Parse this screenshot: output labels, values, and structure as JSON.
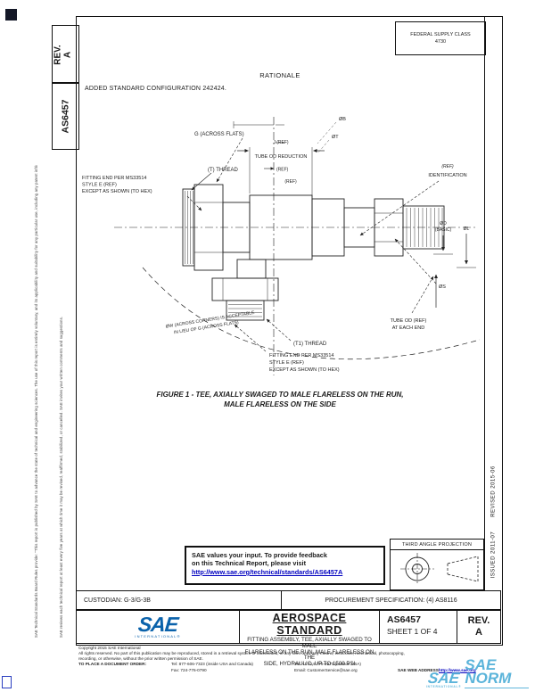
{
  "colors": {
    "sae_blue": "#0a62ab",
    "link_blue": "#0000bf",
    "watermark_blue": "#45aad5"
  },
  "side_tabs": {
    "rev_label": "REV.",
    "rev_value": "A",
    "doc_number": "AS6457"
  },
  "fsc_box": {
    "line1": "FEDERAL SUPPLY CLASS",
    "line2": "4730"
  },
  "rationale": {
    "heading": "RATIONALE",
    "text": "ADDED STANDARD CONFIGURATION 242424."
  },
  "margins": {
    "left_note_1": "SAE Technical Standards Board Rules provide: \"This report is published by SAE to advance the state of technical and engineering sciences. The use of this report is entirely voluntary, and its applicability and suitability for any particular use, including any patent infringement arising therefrom, is the sole responsibility of the user.\"",
    "left_note_2": "SAE reviews each technical report at least every five years at which time it may be revised, reaffirmed, stabilized, or cancelled. SAE invites your written comments and suggestions.",
    "issued": "ISSUED 2011-07",
    "revised": "REVISED 2015-06"
  },
  "figure": {
    "caption_line1": "FIGURE 1 - TEE, AXIALLY SWAGED TO MALE FLARELESS ON THE RUN,",
    "caption_line2": "MALE FLARELESS ON THE SIDE",
    "callouts": {
      "g_flats": "G (ACROSS FLATS)",
      "t_thread": "(T) THREAD",
      "t1_thread": "(T1) THREAD",
      "end_note_l1": "FITTING END PER MS33514",
      "end_note_l2": "STYLE E (REF)",
      "end_note_l3": "EXCEPT AS SHOWN (TO HEX)",
      "j_ref": "J (REF)",
      "tube_od_reduction": "TUBE OD REDUCTION",
      "ref": "(REF)",
      "dia_b": "ØB",
      "dia_t": "ØT",
      "ident_ref": "(REF)",
      "identification": "IDENTIFICATION",
      "dia_d_l1": "ØD",
      "dia_d_l2": "(BASIC)",
      "dia_l": "ØL",
      "dia_s": "ØS",
      "tube_note_l1": "TUBE OD (REF)",
      "tube_note_l2": "AT EACH END",
      "arc_note_l1": "ØW (ACROSS CORNERS) IS ACCEPTABLE",
      "arc_note_l2": "IN LIEU OF G (ACROSS FLATS)"
    }
  },
  "feedback": {
    "line1": "SAE values your input. To provide feedback",
    "line2": "on this Technical Report, please visit",
    "link": "http://www.sae.org/technical/standards/AS6457A"
  },
  "projection": {
    "title": "THIRD ANGLE PROJECTION"
  },
  "info_row": {
    "custodian": "CUSTODIAN: G-3/G-3B",
    "procurement": "PROCUREMENT SPECIFICATION: (4) AS8116"
  },
  "title_block": {
    "logo": "SAE",
    "logo_sub": "INTERNATIONAL®",
    "kind": "AEROSPACE STANDARD",
    "title_line1": "FITTING ASSEMBLY, TEE, AXIALLY SWAGED TO MALE",
    "title_line2": "FLARELESS ON THE RUN, MALE FLARELESS ON THE",
    "title_line3": "SIDE, HYDRAULIC, UP TO 1500 PSI",
    "number": "AS6457",
    "sheet": "SHEET 1 OF 4",
    "rev_label": "REV.",
    "rev_value": "A"
  },
  "legal": {
    "copyright": "Copyright 2015 SAE International",
    "rights_1": "All rights reserved. No part of this publication may be reproduced, stored in a retrieval system or transmitted, in any form or by any means, electronic, mechanical, photocopying,",
    "rights_2": "recording, or otherwise, without the prior written permission of SAE.",
    "order_label": "TO PLACE A DOCUMENT ORDER:",
    "tel_inside": "Tel: 877-606-7323 (inside USA and Canada)",
    "tel_outside": "Tel: +1 724-776-4970 (outside USA)",
    "fax": "Fax: 724-776-0790",
    "email": "Email: CustomerService@sae.org",
    "web_label": "SAE WEB ADDRESS:",
    "web_url": "http://www.sae.org"
  },
  "watermark": {
    "logo": "SAE",
    "brand": "SAE NORM",
    "sub": "INTERNATIONAL®"
  }
}
